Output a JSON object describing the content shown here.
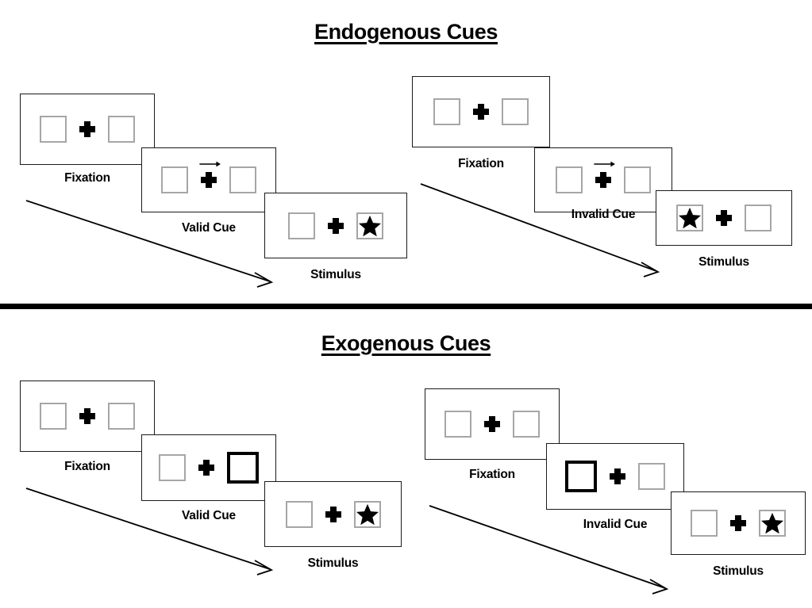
{
  "sections": [
    {
      "id": "endogenous",
      "title": "Endogenous Cues",
      "columns": [
        {
          "id": "endogenous-valid",
          "panels": [
            {
              "caption": "Fixation",
              "left_content": "empty",
              "right_content": "empty",
              "cue": "none",
              "cued_side": "none"
            },
            {
              "caption": "Valid Cue",
              "left_content": "empty",
              "right_content": "empty",
              "cue": "arrow",
              "arrow_direction": "right",
              "cued_side": "none"
            },
            {
              "caption": "Stimulus",
              "left_content": "empty",
              "right_content": "star",
              "cue": "none",
              "cued_side": "none"
            }
          ]
        },
        {
          "id": "endogenous-invalid",
          "panels": [
            {
              "caption": "Fixation",
              "left_content": "empty",
              "right_content": "empty",
              "cue": "none",
              "cued_side": "none"
            },
            {
              "caption": "Invalid Cue",
              "left_content": "empty",
              "right_content": "empty",
              "cue": "arrow",
              "arrow_direction": "right",
              "cued_side": "none"
            },
            {
              "caption": "Stimulus",
              "left_content": "star",
              "right_content": "empty",
              "cue": "none",
              "cued_side": "none"
            }
          ]
        }
      ]
    },
    {
      "id": "exogenous",
      "title": "Exogenous Cues",
      "columns": [
        {
          "id": "exogenous-valid",
          "panels": [
            {
              "caption": "Fixation",
              "left_content": "empty",
              "right_content": "empty",
              "cue": "none",
              "cued_side": "none"
            },
            {
              "caption": "Valid Cue",
              "left_content": "empty",
              "right_content": "empty",
              "cue": "box-flash",
              "cued_side": "right"
            },
            {
              "caption": "Stimulus",
              "left_content": "empty",
              "right_content": "star",
              "cue": "none",
              "cued_side": "none"
            }
          ]
        },
        {
          "id": "exogenous-invalid",
          "panels": [
            {
              "caption": "Fixation",
              "left_content": "empty",
              "right_content": "empty",
              "cue": "none",
              "cued_side": "none"
            },
            {
              "caption": "Invalid Cue",
              "left_content": "empty",
              "right_content": "empty",
              "cue": "box-flash",
              "cued_side": "left"
            },
            {
              "caption": "Stimulus",
              "left_content": "empty",
              "right_content": "star",
              "cue": "none",
              "cued_side": "none"
            }
          ]
        }
      ]
    }
  ],
  "icons": {
    "fixation_cross": "plus-icon",
    "target": "star-icon",
    "cue": "arrow-right-icon",
    "timeline": "diagonal-arrow-icon"
  },
  "colors": {
    "ink": "#000000",
    "frame_border": "#1a1a1a",
    "box_border": "#a6a6a6",
    "cued_box_border": "#000000",
    "background": "#ffffff"
  },
  "timeline_arrows": [
    {
      "id": "timeline-endogenous-valid",
      "label": "time-progression-arrow"
    },
    {
      "id": "timeline-endogenous-invalid",
      "label": "time-progression-arrow"
    },
    {
      "id": "timeline-exogenous-valid",
      "label": "time-progression-arrow"
    },
    {
      "id": "timeline-exogenous-invalid",
      "label": "time-progression-arrow"
    }
  ]
}
